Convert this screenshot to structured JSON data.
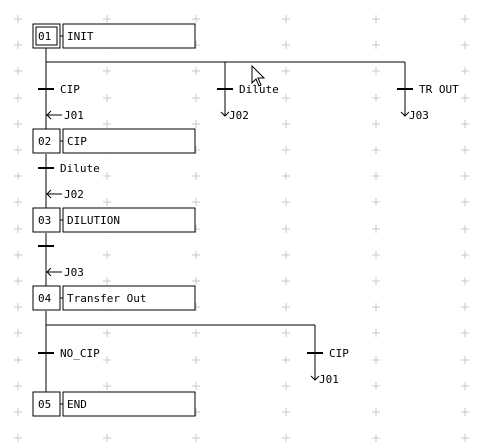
{
  "colors": {
    "background": "#ffffff",
    "grid": "#c8c8c8",
    "line": "#000000"
  },
  "steps": [
    {
      "id": "step-01",
      "number": "01",
      "name": "INIT",
      "initial": true
    },
    {
      "id": "step-02",
      "number": "02",
      "name": "CIP",
      "initial": false
    },
    {
      "id": "step-03",
      "number": "03",
      "name": "DILUTION",
      "initial": false
    },
    {
      "id": "step-04",
      "number": "04",
      "name": "Transfer Out",
      "initial": false
    },
    {
      "id": "step-05",
      "number": "05",
      "name": "END",
      "initial": false
    }
  ],
  "transitions": {
    "t1": "CIP",
    "t2": "Dilute",
    "t3": "TR OUT",
    "t4": "Dilute",
    "t5": "",
    "t6": "NO_CIP",
    "t7": "CIP"
  },
  "jumps": {
    "j1": "J01",
    "j2": "J02",
    "j3": "J03",
    "j4": "J02",
    "j5": "J03",
    "j6": "J01"
  },
  "cursor": "mouse-pointer-icon"
}
